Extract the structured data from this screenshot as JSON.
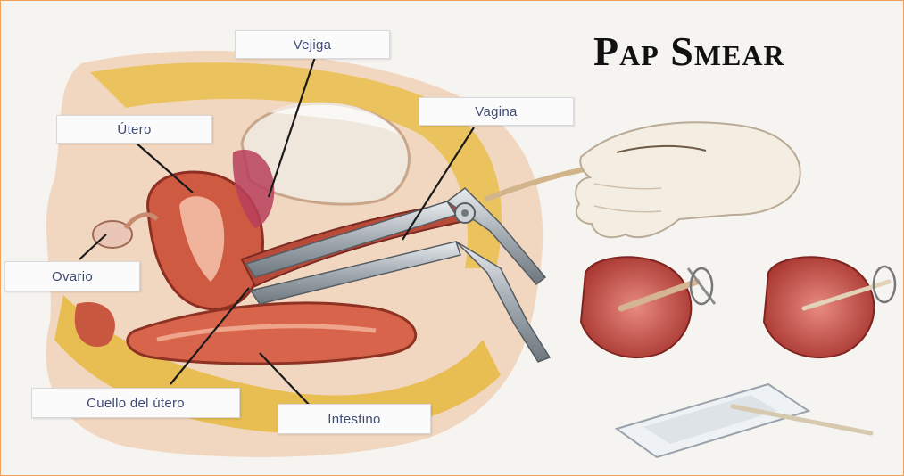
{
  "title": "Pap Smear",
  "labels": {
    "vejiga": "Vejiga",
    "utero": "Útero",
    "vagina": "Vagina",
    "ovario": "Ovario",
    "cuello": "Cuello del útero",
    "intestino": "Intestino"
  },
  "colors": {
    "frame_border": "#f0a25c",
    "label_text": "#3e4a72",
    "tissue_red": "#c8503a",
    "tissue_yellow": "#e9c257",
    "speculum_metal": "#9aa3ab"
  },
  "icons": [
    "speculum",
    "gloved-hand",
    "spatula",
    "cervix-swab",
    "glass-slide"
  ]
}
